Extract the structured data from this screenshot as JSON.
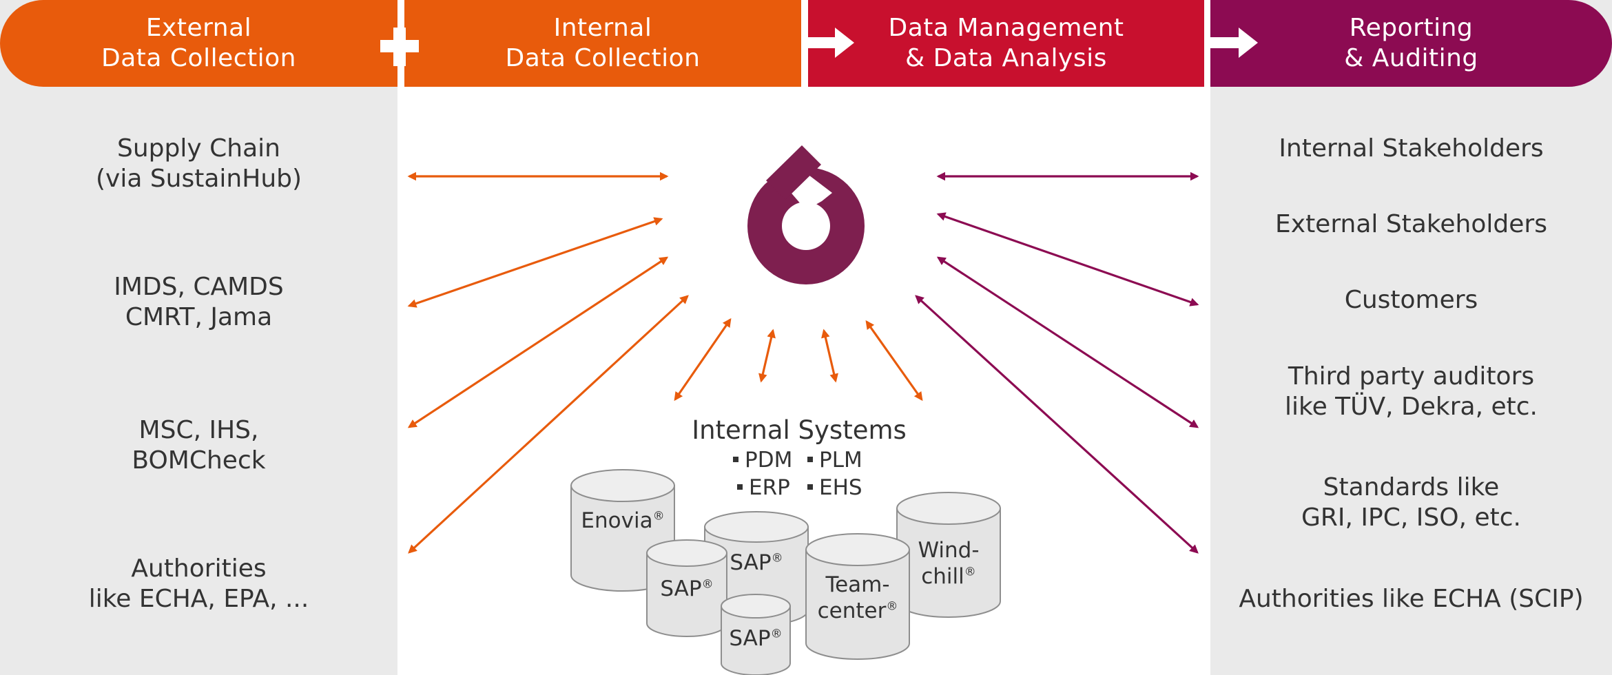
{
  "headers": [
    {
      "line1": "External",
      "line2": "Data Collection"
    },
    {
      "line1": "Internal",
      "line2": "Data Collection"
    },
    {
      "line1": "Data Management",
      "line2": "& Data Analysis"
    },
    {
      "line1": "Reporting",
      "line2": "& Auditing"
    }
  ],
  "external_sources": [
    {
      "line1": "Supply Chain",
      "line2": "(via SustainHub)"
    },
    {
      "line1": "IMDS, CAMDS",
      "line2": "CMRT, Jama"
    },
    {
      "line1": "MSC, IHS,",
      "line2": "BOMCheck"
    },
    {
      "line1": "Authorities",
      "line2": "like ECHA, EPA, ..."
    }
  ],
  "reporting_targets": [
    {
      "line1": "Internal Stakeholders",
      "line2": ""
    },
    {
      "line1": "External Stakeholders",
      "line2": ""
    },
    {
      "line1": "Customers",
      "line2": ""
    },
    {
      "line1": "Third party auditors",
      "line2": "like TÜV, Dekra, etc."
    },
    {
      "line1": "Standards like",
      "line2": "GRI, IPC, ISO, etc."
    },
    {
      "line1": "Authorities like ECHA (SCIP)",
      "line2": ""
    }
  ],
  "internal_systems": {
    "title": "Internal Systems",
    "items": [
      "PDM",
      "PLM",
      "ERP",
      "EHS"
    ]
  },
  "databases": [
    {
      "name": "Enovia",
      "name2": "",
      "mark": "®"
    },
    {
      "name": "SAP",
      "name2": "",
      "mark": "®"
    },
    {
      "name": "SAP",
      "name2": "",
      "mark": "®"
    },
    {
      "name": "SAP",
      "name2": "",
      "mark": "®"
    },
    {
      "name": "Team-",
      "name2": "center",
      "mark": "®"
    },
    {
      "name": "Wind-",
      "name2": "chill",
      "mark": "®"
    }
  ],
  "colors": {
    "orange": "#e85b0c",
    "red": "#c8102e",
    "purple": "#8c0b52",
    "logo": "#7e1f4f",
    "panel": "#eaeaea",
    "text": "#333333"
  }
}
